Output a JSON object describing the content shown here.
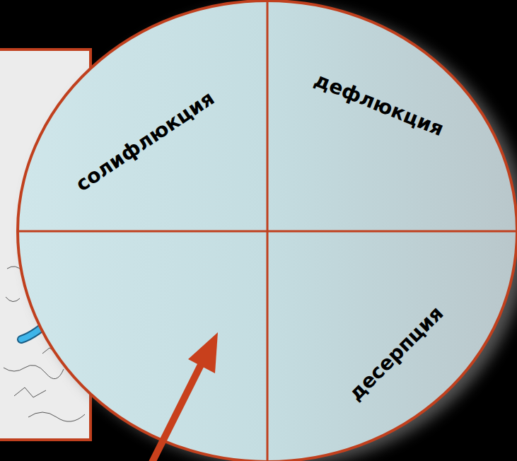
{
  "diagram": {
    "nodes": [
      {
        "text": [
          "солифлюкция"
        ]
      },
      {
        "text": [
          "дефлюкция"
        ]
      },
      {
        "text": [
          "десерпция"
        ]
      }
    ]
  }
}
